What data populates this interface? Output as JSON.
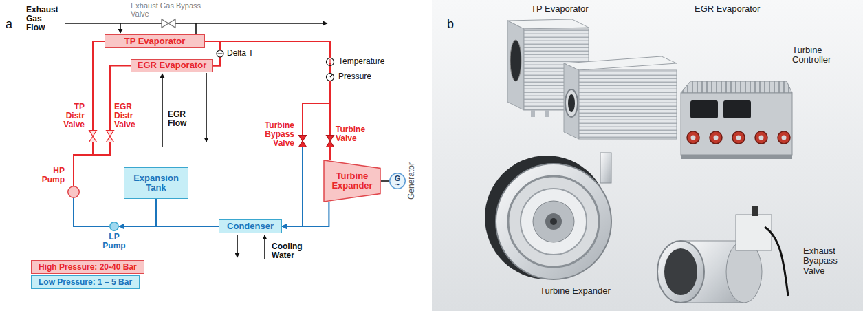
{
  "diagram": {
    "nodes": [
      {
        "text": [
          "TP Evaporator"
        ]
      },
      {
        "text": [
          "EGR Evaporator"
        ]
      },
      {
        "text": [
          "Turbine Expander"
        ]
      },
      {
        "text": [
          "G",
          "~",
          "Generator"
        ]
      },
      {
        "text": [
          "Condenser"
        ]
      },
      {
        "text": [
          "Expansion Tank"
        ]
      },
      {
        "text": [
          "LP Pump"
        ]
      },
      {
        "text": [
          "HP Pump"
        ]
      },
      {
        "text": [
          "TP Distr Valve"
        ]
      },
      {
        "text": [
          "EGR Distr Valve"
        ]
      },
      {
        "text": [
          "Turbine Valve"
        ]
      },
      {
        "text": [
          "Turbine Bypass Valve"
        ]
      }
    ],
    "edges": [
      {
        "from": 7,
        "to": 8,
        "arrow": "none"
      },
      {
        "from": 7,
        "to": 9,
        "arrow": "none"
      },
      {
        "from": 8,
        "to": 0,
        "arrow": "none"
      },
      {
        "from": 9,
        "to": 1,
        "arrow": "none"
      },
      {
        "from": 0,
        "to": 10,
        "arrow": "none"
      },
      {
        "from": 0,
        "to": 11,
        "arrow": "none"
      },
      {
        "from": 1,
        "to": 10,
        "arrow": "none"
      },
      {
        "from": 1,
        "to": 11,
        "arrow": "none"
      },
      {
        "from": 10,
        "to": 2,
        "arrow": "none"
      },
      {
        "from": 2,
        "to": 3,
        "arrow": "none"
      },
      {
        "from": 2,
        "to": 4,
        "arrow": "to"
      },
      {
        "from": 11,
        "to": 4,
        "arrow": "to"
      },
      {
        "from": 4,
        "to": 6,
        "arrow": "to"
      },
      {
        "from": 5,
        "to": 6,
        "arrow": "none"
      },
      {
        "from": 6,
        "to": 7,
        "arrow": "none"
      }
    ],
    "labels": [
      "a",
      "Exhaust Gas Flow",
      "Exhaust Gas Bypass Valve",
      "Delta T",
      "Temperature",
      "Pressure",
      "EGR Flow",
      "Cooling Water",
      "b",
      "TP Evaporator",
      "EGR Evaporator",
      "Turbine Controller",
      "Turbine Expander",
      "Exhaust Byapass Valve"
    ],
    "legend": [
      {
        "text": "High Pressure: 20-40 Bar",
        "color": "#f9c6c6"
      },
      {
        "text": "Low Pressure: 1 – 5 Bar",
        "color": "#c6eef7"
      }
    ]
  }
}
